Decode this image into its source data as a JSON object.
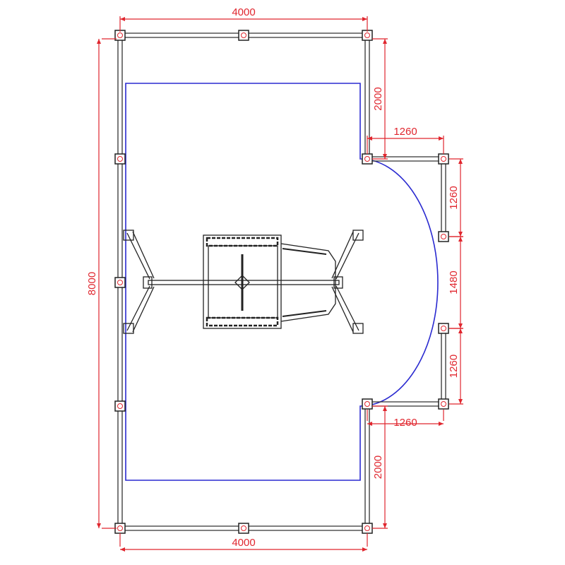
{
  "colors": {
    "dimension": "#e0262e",
    "boundary": "#2a2ad0",
    "frame": "#333333"
  },
  "dimensions": {
    "top_width": "4000",
    "bottom_width": "4000",
    "total_height": "8000",
    "upper_offset": "2000",
    "lower_offset": "2000",
    "upper_bay_depth": "1260",
    "lower_bay_depth": "1260",
    "upper_bay_length": "1260",
    "lower_bay_length": "1260",
    "opening": "1480"
  }
}
